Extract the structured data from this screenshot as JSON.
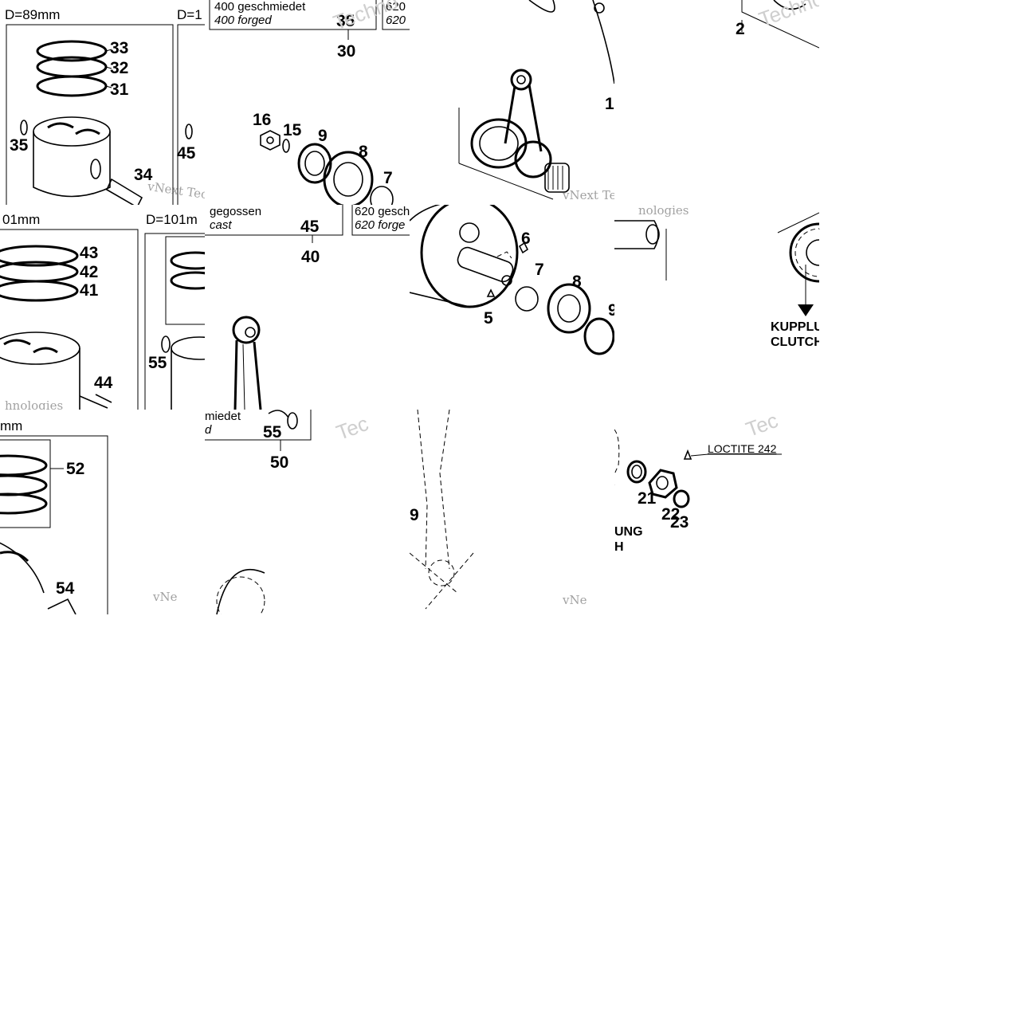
{
  "diagram": {
    "tiles": [
      {
        "name": "tile-piston-89",
        "dimension": "D=89mm",
        "dimension_next": "D=1",
        "callouts": [
          "33",
          "32",
          "31",
          "35",
          "34",
          "45"
        ],
        "watermark": "vNext Tec"
      },
      {
        "name": "tile-conrod-top",
        "note_line1": "400 geschmiedet",
        "note_line2": "400 forged",
        "note_next_1": "620",
        "note_next_2": "620",
        "callouts": [
          "35",
          "30",
          "16",
          "15",
          "9",
          "8",
          "7"
        ],
        "watermark": "Techno"
      },
      {
        "name": "tile-conrod-right",
        "callouts": [
          "1"
        ],
        "watermark": "vNext Tec"
      },
      {
        "name": "tile-gear-top",
        "callouts": [
          "2"
        ],
        "watermark": "Techno"
      },
      {
        "name": "tile-piston-101",
        "dimension": "01mm",
        "dimension_next": "D=101m",
        "callouts": [
          "43",
          "42",
          "41",
          "44",
          "55"
        ],
        "watermark": "hnologies"
      },
      {
        "name": "tile-cast-note",
        "note_line1": "gegossen",
        "note_line2": "cast",
        "note_next_1": "620 gesch",
        "note_next_2": "620 forge",
        "callouts": [
          "45",
          "40"
        ]
      },
      {
        "name": "tile-crankshaft",
        "callouts": [
          "6",
          "7",
          "8",
          "5",
          "9"
        ]
      },
      {
        "name": "tile-bush",
        "watermark": "nologies"
      },
      {
        "name": "tile-clutch-gear",
        "caption_line1": "KUPPLU",
        "caption_line2": "CLUTCH"
      },
      {
        "name": "tile-piston-ring",
        "dimension": "mm",
        "callouts": [
          "52",
          "54"
        ],
        "watermark": "vNe"
      },
      {
        "name": "tile-conrod-bottom",
        "note_line1": "miedet",
        "note_line2": "d",
        "callouts": [
          "55",
          "50"
        ],
        "watermark": "Tec"
      },
      {
        "name": "tile-chain",
        "callouts": [
          "9"
        ],
        "watermark": "vNe"
      },
      {
        "name": "tile-nut-washer",
        "loctite": "LOCTITE 242",
        "callouts": [
          "21",
          "22",
          "23"
        ],
        "caption_line1": "UNG",
        "caption_line2": "H",
        "watermark": "Tec"
      }
    ]
  }
}
